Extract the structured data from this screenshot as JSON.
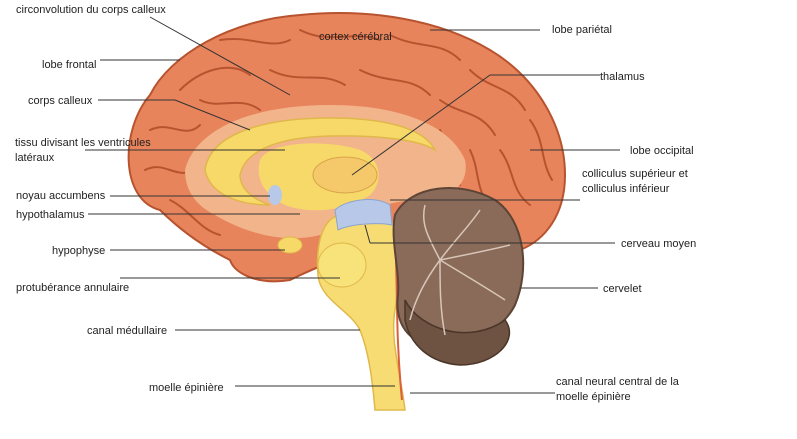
{
  "labels": {
    "circonvolution": "circonvolution du corps calleux",
    "cortex": "cortex cérébral",
    "lobe_parietal": "lobe pariétal",
    "lobe_frontal": "lobe frontal",
    "thalamus": "thalamus",
    "corps_calleux": "corps calleux",
    "tissu_line1": "tissu divisant les ventricules",
    "tissu_line2": "latéraux",
    "lobe_occipital": "lobe occipital",
    "colliculus_line1": "colliculus supérieur et",
    "colliculus_line2": "colliculus inférieur",
    "noyau": "noyau accumbens",
    "hypothalamus": "hypothalamus",
    "cerveau_moyen": "cerveau moyen",
    "hypophyse": "hypophyse",
    "protuberance": "protubérance annulaire",
    "cervelet": "cervelet",
    "canal_medullaire": "canal médullaire",
    "moelle": "moelle épinière",
    "canal_neural_line1": "canal neural central de la",
    "canal_neural_line2": "moelle épinière"
  },
  "colors": {
    "cortex": "#e8845c",
    "cortex_dark": "#b8532f",
    "inner": "#f2b48a",
    "corpus": "#f7d96a",
    "brainstem": "#f6dc72",
    "cerebellum": "#8a6a58",
    "blue": "#b8c8e8",
    "line": "#333333"
  }
}
